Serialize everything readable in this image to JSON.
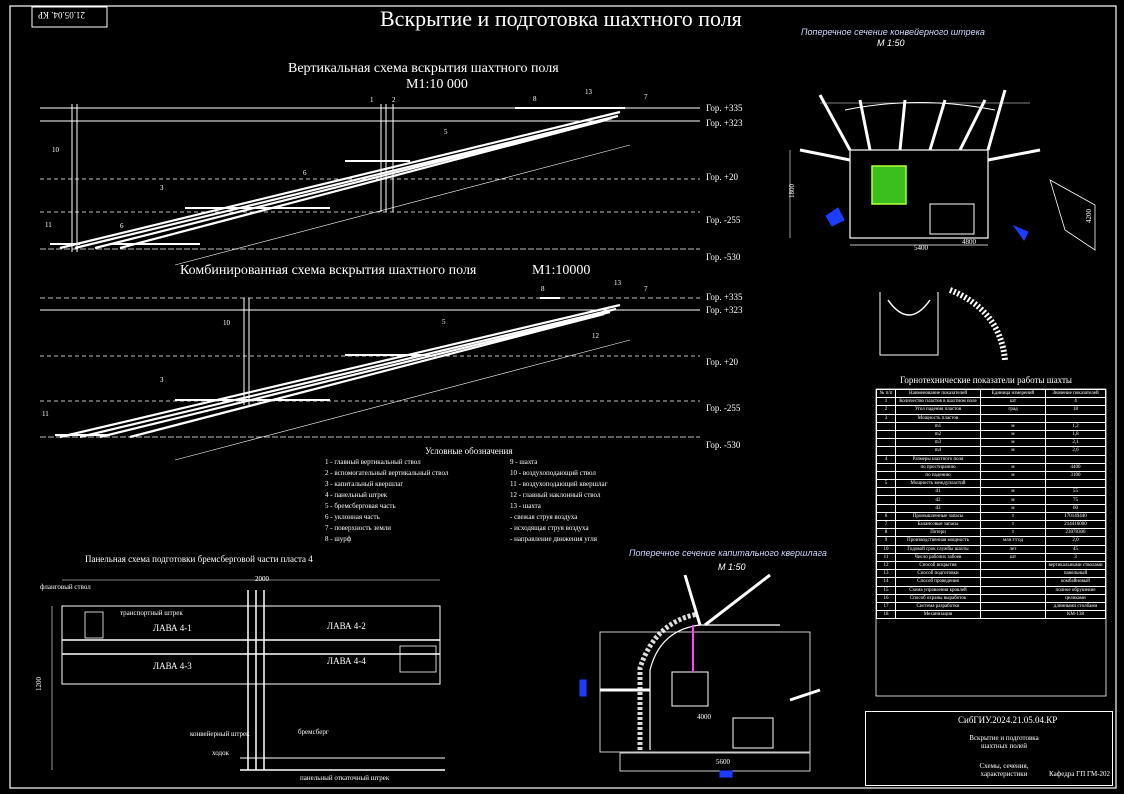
{
  "sheet": {
    "title": "Вскрытие и подготовка шахтного поля",
    "corner_code": "21.05.04. КР"
  },
  "vertical_scheme": {
    "title": "Вертикальная схема вскрытия шахтного поля",
    "scale": "М1:10 000",
    "levels": [
      "Гор. +335",
      "Гор. +323",
      "Гор. +20",
      "Гор. -255",
      "Гор. -530"
    ],
    "callouts": [
      "1",
      "2",
      "3",
      "5",
      "6",
      "6",
      "7",
      "8",
      "10",
      "11",
      "13"
    ]
  },
  "combined_scheme": {
    "title": "Комбинированная схема вскрытия шахтного поля",
    "scale": "М1:10000",
    "levels": [
      "Гор. +335",
      "Гор. +323",
      "Гор. +20",
      "Гор. -255",
      "Гор. -530"
    ],
    "callouts": [
      "3",
      "5",
      "7",
      "8",
      "10",
      "11",
      "12",
      "13"
    ]
  },
  "legend": {
    "title": "Условные обозначения",
    "left": [
      "1 - главный вертикальный ствол",
      "2 - вспомогательный вертикальный ствол",
      "3 - капитальный квершлаг",
      "4 - панельный штрек",
      "5 - бремсберговая часть",
      "6 - уклонная часть",
      "7 - поверхность земли",
      "8 - шурф"
    ],
    "right": [
      "9 - шахта",
      "10 - воздухоподающий ствол",
      "11 - воздухоподающий квершлаг",
      "12 - главный наклонный ствол",
      "13 - шахта",
      "- свежая струя воздуха",
      "- исходящая струя воздуха",
      "- направление движения угля"
    ]
  },
  "panel_scheme": {
    "title": "Панельная схема подготовки бремсберговой части пласта 4",
    "labels": [
      "ЛАВА 4-1",
      "ЛАВА 4-2",
      "ЛАВА 4-3",
      "ЛАВА 4-4",
      "фланговый ствол",
      "транспортный штрек",
      "конвейерный штрек",
      "бремсберг",
      "ходок",
      "панельный откаточный штрек"
    ],
    "dims": [
      "2000",
      "1200"
    ]
  },
  "conveyor_section": {
    "title": "Поперечное сечение конвейерного штрека",
    "scale": "М 1:50",
    "dims": [
      "5400",
      "4800",
      "1800",
      "4200"
    ]
  },
  "capital_section": {
    "title": "Поперечное сечение капитального квершлага",
    "scale": "М 1:50",
    "dims": [
      "5600",
      "4000"
    ]
  },
  "tech_table": {
    "title": "Горнотехнические показатели работы шахты",
    "header": [
      "№ п/п",
      "Наименование показателей",
      "Единица измерений",
      "Значение показателей"
    ],
    "rows": [
      [
        "1",
        "Количество пластов в шахтном поле",
        "шт",
        "4"
      ],
      [
        "2",
        "Угол падения пластов",
        "град",
        "18"
      ],
      [
        "3",
        "Мощность пластов",
        "",
        ""
      ],
      [
        "",
        "m1",
        "м",
        "1,2"
      ],
      [
        "",
        "m2",
        "м",
        "1,8"
      ],
      [
        "",
        "m3",
        "м",
        "2,1"
      ],
      [
        "",
        "m4",
        "м",
        "2,6"
      ],
      [
        "4",
        "Размеры шахтного поля",
        "",
        ""
      ],
      [
        "",
        "по простиранию",
        "м",
        "4400"
      ],
      [
        "",
        "по падению",
        "м",
        "3100"
      ],
      [
        "5",
        "Мощность междупластий",
        "",
        ""
      ],
      [
        "",
        "d1",
        "м",
        "55"
      ],
      [
        "",
        "d2",
        "м",
        "75"
      ],
      [
        "",
        "d3",
        "м",
        "60"
      ],
      [
        "6",
        "Промышленные запасы",
        "т",
        "170149440"
      ],
      [
        "7",
        "Балансовые запасы",
        "т",
        "214416000"
      ],
      [
        "8",
        "Потери",
        "т",
        "23078306"
      ],
      [
        "9",
        "Производственная мощность",
        "млн.т/год",
        "2,0"
      ],
      [
        "10",
        "Годовой срок службы шахты",
        "лет",
        "45"
      ],
      [
        "11",
        "Число рабочих забоев",
        "шт",
        "3"
      ],
      [
        "12",
        "Способ вскрытия",
        "",
        "вертикальными стволами"
      ],
      [
        "13",
        "Способ подготовки",
        "",
        "панельный"
      ],
      [
        "14",
        "Способ проведения",
        "",
        "комбайновый"
      ],
      [
        "15",
        "Схема управления кровлей",
        "",
        "полное обрушение"
      ],
      [
        "16",
        "Способ охраны выработок",
        "",
        "целиками"
      ],
      [
        "17",
        "Система разработки",
        "",
        "длинными столбами"
      ],
      [
        "18",
        "Механизация",
        "",
        "КМ-138"
      ]
    ]
  },
  "stamp": {
    "code": "СибГИУ.2024.21.05.04.КР",
    "title": "Вскрытие и подготовка шахтных полей",
    "subtitle": "Схемы, сечения, характеристики",
    "group": "Кафедра ГП ГМ-202"
  }
}
